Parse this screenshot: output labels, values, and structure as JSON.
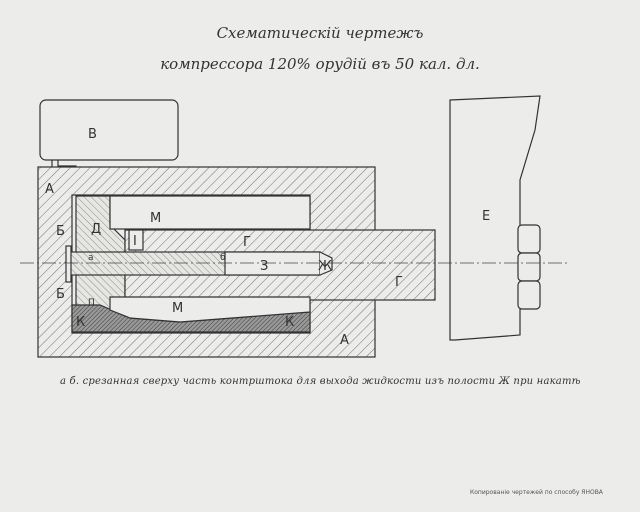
{
  "title": {
    "line1": "Схематическій чертежъ",
    "line2": "компрессора 120% орудій въ 50 кал. дл."
  },
  "labels": {
    "tank": "В",
    "body_top_left": "А",
    "body_bottom_right": "А",
    "b_upper": "Б",
    "b_lower": "Б",
    "d": "Д",
    "m_upper": "М",
    "m_lower": "М",
    "i": "I",
    "g_upper": "Г",
    "g_lower": "Г",
    "a_small": "а",
    "b_small": "б",
    "z": "З",
    "zh": "Ж",
    "p": "П",
    "k_left": "К",
    "k_right": "К",
    "e": "Е"
  },
  "caption": "а б. срезанная сверху часть контрштока для выхода жидкости изъ полости Ж при накатѣ",
  "footer": "Копированіе чертежей по способу ЯНОВА"
}
